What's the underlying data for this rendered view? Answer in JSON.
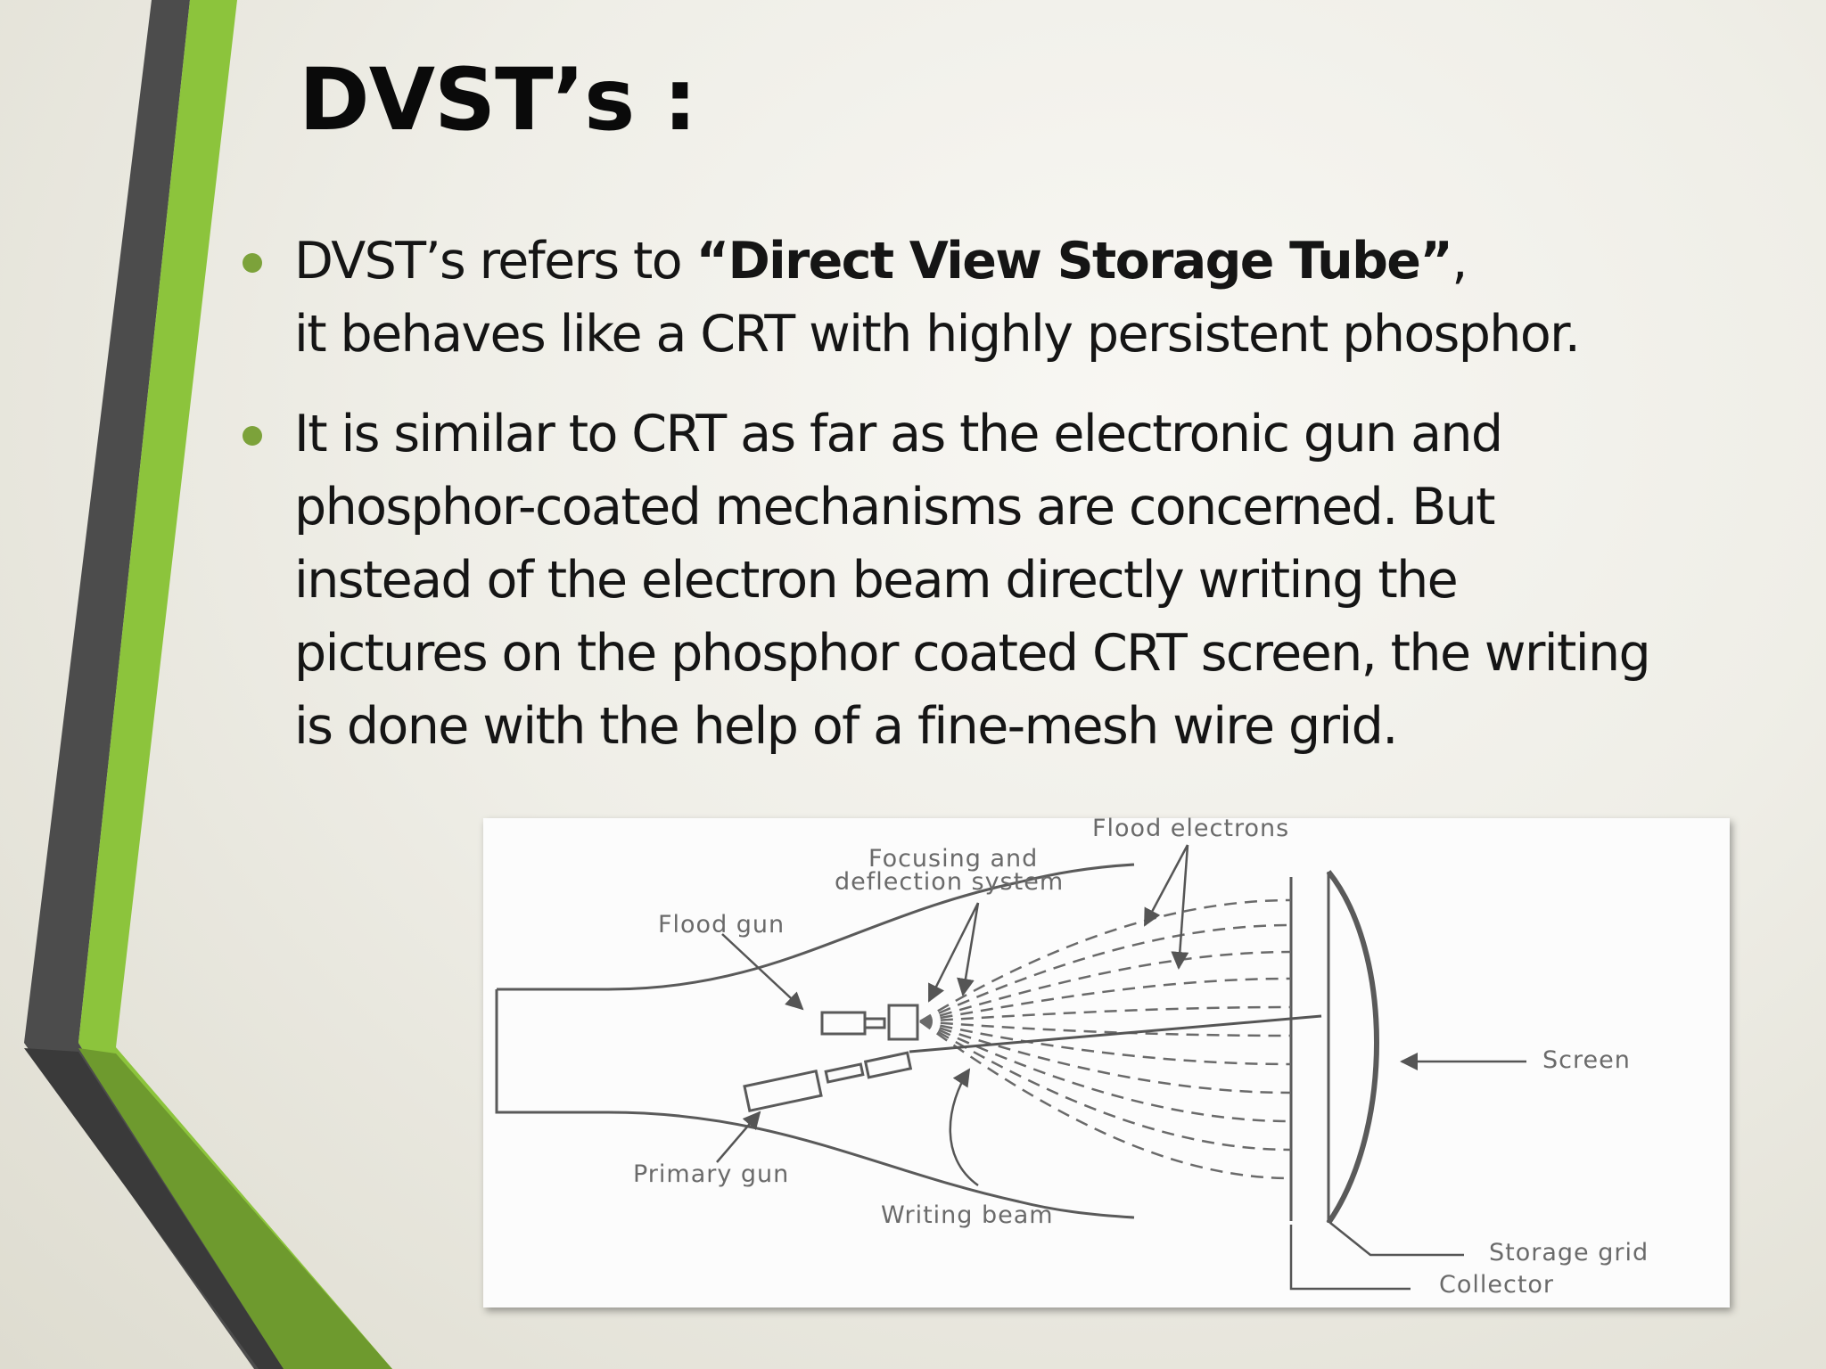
{
  "slide": {
    "title": "DVST’s :",
    "bullets": [
      {
        "line1_pre": "DVST’s refers to ",
        "line1_bold": "“Direct View Storage Tube”",
        "line1_post": ",",
        "line2": "it  behaves like a CRT with highly persistent phosphor."
      },
      {
        "lines": [
          "It is similar to CRT as far as the electronic gun and",
          "phosphor-coated mechanisms are concerned. But",
          "instead of the electron beam directly writing the",
          "pictures on the phosphor coated CRT screen, the writing",
          "is done with the help of a fine-mesh wire grid."
        ]
      }
    ]
  },
  "diagram": {
    "labels": {
      "flood_electrons": "Flood electrons",
      "focusing_line1": "Focusing and",
      "focusing_line2": "deflection system",
      "flood_gun": "Flood gun",
      "screen": "Screen",
      "primary_gun": "Primary gun",
      "writing_beam": "Writing beam",
      "storage_grid": "Storage grid",
      "collector": "Collector"
    }
  },
  "colors": {
    "accent_green": "#8cc43c",
    "dark_green": "#6e9a2e",
    "dark_gray": "#4c4c4c",
    "bullet_green": "#7ca23a"
  }
}
